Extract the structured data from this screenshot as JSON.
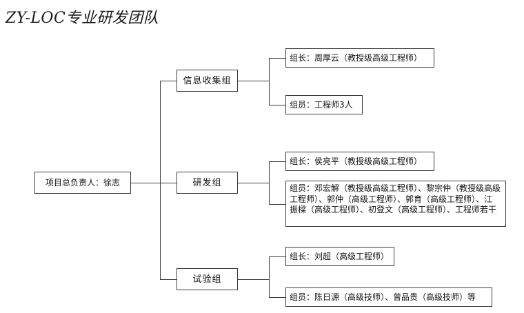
{
  "title": "ZY-LOC专业研发团队",
  "chart_data": {
    "type": "diagram",
    "diagram_type": "organization-chart",
    "title": "ZY-LOC专业研发团队",
    "orientation": "left-to-right",
    "root": "项目总负责人：徐志",
    "branches": [
      {
        "group": "信息收集组",
        "details": [
          "组长：周厚云（教授级高级工程师）",
          "组员：工程师3人"
        ]
      },
      {
        "group": "研发组",
        "details": [
          "组长：侯亮平（教授级高级工程师）",
          "组员：邓宏解（教授级高级工程师）、黎宗仲（教授级高级工程师）、郭仲（高级工程师）、郭育（高级工程师）、江振樑（高级工程师）、初登文（高级工程师）、工程师若干"
        ]
      },
      {
        "group": "试验组",
        "details": [
          "组长：刘超（高级工程师）",
          "组员：陈日源（高级技师）、曾品贵（高级技师）等"
        ]
      }
    ]
  },
  "nodes": {
    "root": "项目总负责人：徐志",
    "group_info": "信息收集组",
    "group_rd": "研发组",
    "group_test": "试验组",
    "info_leader": "组长：周厚云（教授级高级工程师）",
    "info_members": "组员：工程师3人",
    "rd_leader": "组长：侯亮平（教授级高级工程师）",
    "rd_members_line1": "组员：邓宏解（教授级高级工程师）、黎宗仲（教授级高级",
    "rd_members_line2": "工程师）、郭仲（高级工程师）、郭育（高级工程师）、江",
    "rd_members_line3": "振樑（高级工程师）、初登文（高级工程师）、工程师若干",
    "test_leader": "组长：刘超（高级工程师）",
    "test_members": "组员：陈日源（高级技师）、曾品贵（高级技师）等"
  },
  "colors": {
    "line": "#3a3a3a",
    "text": "#111111",
    "background": "#ffffff"
  }
}
